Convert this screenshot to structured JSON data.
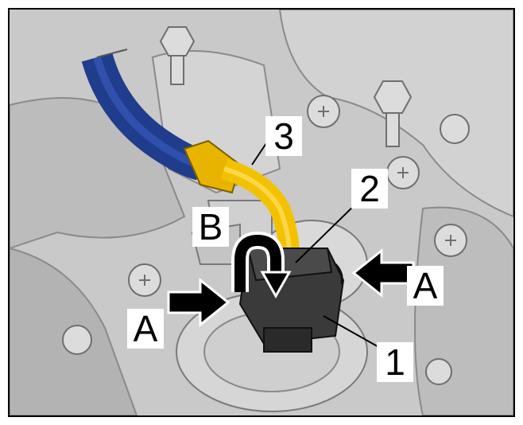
{
  "figure": {
    "callouts": {
      "item_1": "1",
      "item_2": "2",
      "item_3": "3",
      "label_a_left": "A",
      "label_a_right": "A",
      "label_b": "B"
    },
    "colors": {
      "hose": "#1f3d8c",
      "fitting": "#f2c200",
      "engine_metal": "#c9c9c9",
      "sensor": "#3a3a3a",
      "arrow": "#000000"
    },
    "icons": [
      "push-arrow-icon",
      "rotate-arrow-icon"
    ]
  }
}
